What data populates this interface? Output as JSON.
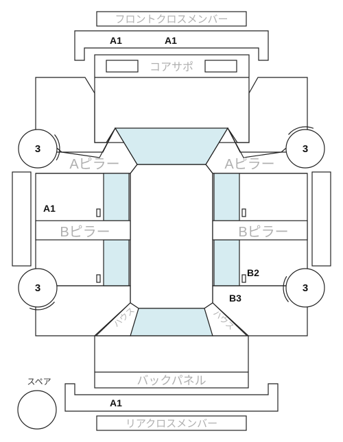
{
  "labels": {
    "front_cross_member": "フロントクロスメンバー",
    "core_support": "コアサポ",
    "a_pillar": "Aピラー",
    "b_pillar": "Bピラー",
    "back_panel": "バックパネル",
    "rear_cross_member": "リアクロスメンバー",
    "spare": "スペア",
    "curved_left": "ハウス",
    "curved_right": "ハウス"
  },
  "codes": {
    "front_cross_left": "A1",
    "front_cross_right": "A1",
    "left_side_a1": "A1",
    "right_rear_b2": "B2",
    "right_rear_b3": "B3",
    "rear_cross": "A1"
  },
  "wheels": {
    "front_left": "3",
    "front_right": "3",
    "rear_left": "3",
    "rear_right": "3"
  }
}
